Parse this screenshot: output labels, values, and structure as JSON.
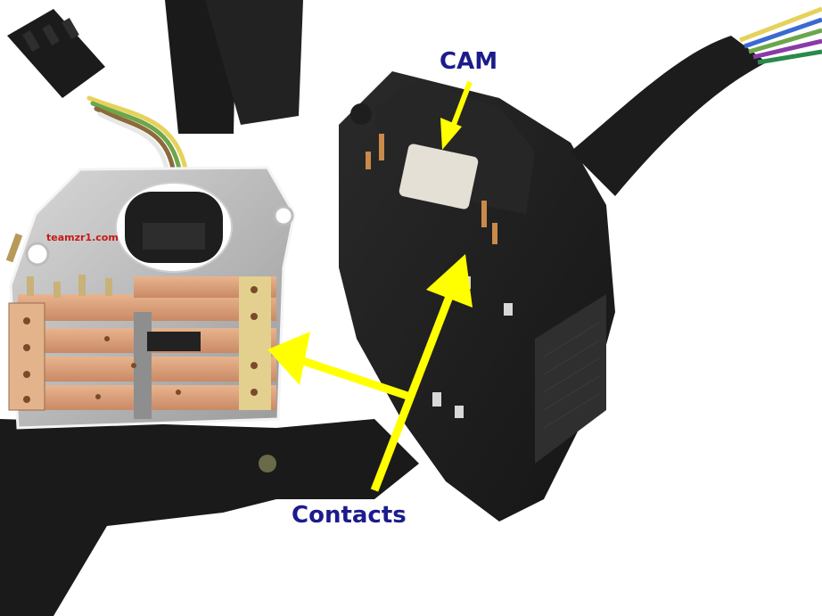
{
  "labels": {
    "cam": "CAM",
    "contacts": "Contacts"
  },
  "watermark": "teamzr1.com",
  "colors": {
    "label_text": "#1c1c8c",
    "arrow": "#ffff00",
    "watermark": "#c81818",
    "copper": "#d9a07a",
    "brass": "#e3cf8e",
    "housing": "#1e1e1e"
  }
}
